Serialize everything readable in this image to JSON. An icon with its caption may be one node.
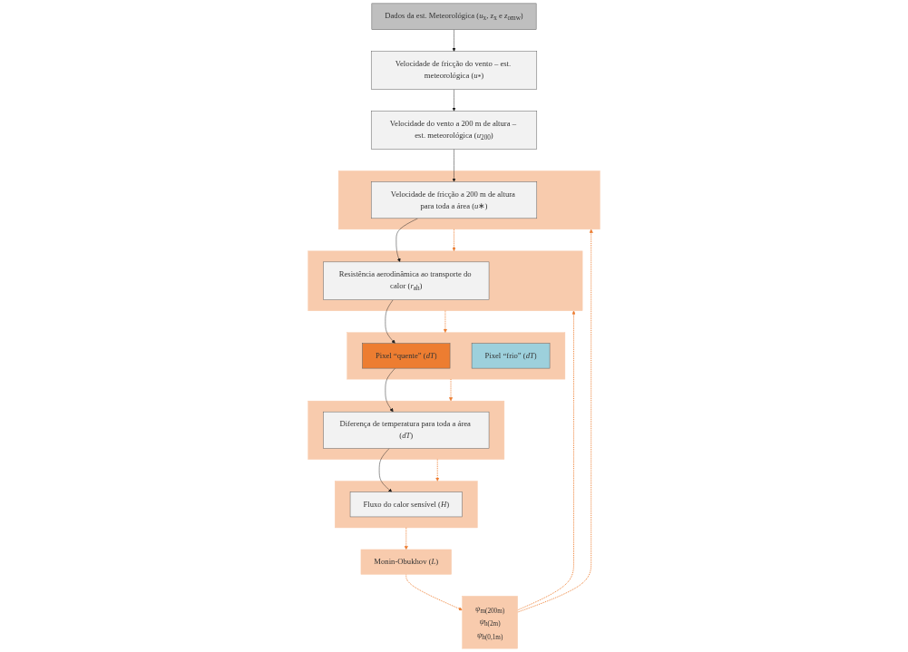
{
  "diagram": {
    "nodes": [
      {
        "text": [
          "Dados da est. Meteorológica (*u*$_{x}$, z$_{x}$ e *z*$_{omw}$)"
        ]
      },
      {
        "text": [
          "Velocidade de fricção do vento – est. meteorológica (*u*$_{*}$)"
        ]
      },
      {
        "text": [
          "Velocidade do vento a 200 m de altura – est. meteorológica (*u*$_{200}$)"
        ]
      },
      {
        "text": [],
        "shape": "box"
      },
      {
        "text": [
          "Velocidade de fricção a 200 m de altura para toda a área (*u*∗)"
        ],
        "in": 3
      },
      {
        "text": [],
        "shape": "box"
      },
      {
        "text": [
          "Resistência aerodinâmica ao transporte do calor (*r*$_{ah}$)"
        ],
        "in": 5
      },
      {
        "text": [],
        "shape": "box"
      },
      {
        "text": [
          "Pixel “quente” (*dT*)"
        ],
        "in": 7
      },
      {
        "text": [
          "Pixel “frio” (*dT*)"
        ],
        "in": 7
      },
      {
        "text": [],
        "shape": "box"
      },
      {
        "text": [
          "Diferença de temperatura para toda a área (*dT*)"
        ],
        "in": 10
      },
      {
        "text": [],
        "shape": "box"
      },
      {
        "text": [
          "Fluxo do calor sensível (*H*)"
        ],
        "in": 12
      },
      {
        "text": [
          "Monin-Obukhov (*L*)"
        ]
      },
      {
        "text": [
          "*ψ*$_{m(200m)}$",
          "*ψ*$_{h(2m)}$",
          "*ψ*$_{h(0,1m)}$"
        ]
      }
    ],
    "edges": [
      {
        "from": 0,
        "to": 1,
        "arrow": "to",
        "color": "#222222"
      },
      {
        "from": 1,
        "to": 2,
        "arrow": "to",
        "color": "#222222"
      },
      {
        "from": 2,
        "to": 4,
        "arrow": "to",
        "color": "#222222"
      },
      {
        "from": 4,
        "to": 6,
        "arrow": "to",
        "color": "#222222"
      },
      {
        "from": 6,
        "to": 8,
        "arrow": "to",
        "color": "#222222"
      },
      {
        "from": 8,
        "to": 11,
        "arrow": "to",
        "color": "#222222"
      },
      {
        "from": 11,
        "to": 13,
        "arrow": "to",
        "color": "#222222"
      },
      {
        "from": 3,
        "to": 5,
        "arrow": "to",
        "style": "dashed",
        "color": "#ed7d31"
      },
      {
        "from": 5,
        "to": 7,
        "arrow": "to",
        "style": "dashed",
        "color": "#ed7d31"
      },
      {
        "from": 7,
        "to": 10,
        "arrow": "to",
        "style": "dashed",
        "color": "#ed7d31"
      },
      {
        "from": 10,
        "to": 12,
        "arrow": "to",
        "style": "dashed",
        "color": "#ed7d31"
      },
      {
        "from": 12,
        "to": 14,
        "arrow": "to",
        "style": "dashed",
        "color": "#ed7d31"
      },
      {
        "from": 14,
        "to": 15,
        "arrow": "to",
        "style": "dashed",
        "color": "#ed7d31"
      },
      {
        "from": 15,
        "to": 5,
        "arrow": "to",
        "style": "dashed",
        "color": "#ed7d31"
      },
      {
        "from": 15,
        "to": 3,
        "arrow": "to",
        "style": "dashed",
        "color": "#ed7d31"
      }
    ]
  }
}
